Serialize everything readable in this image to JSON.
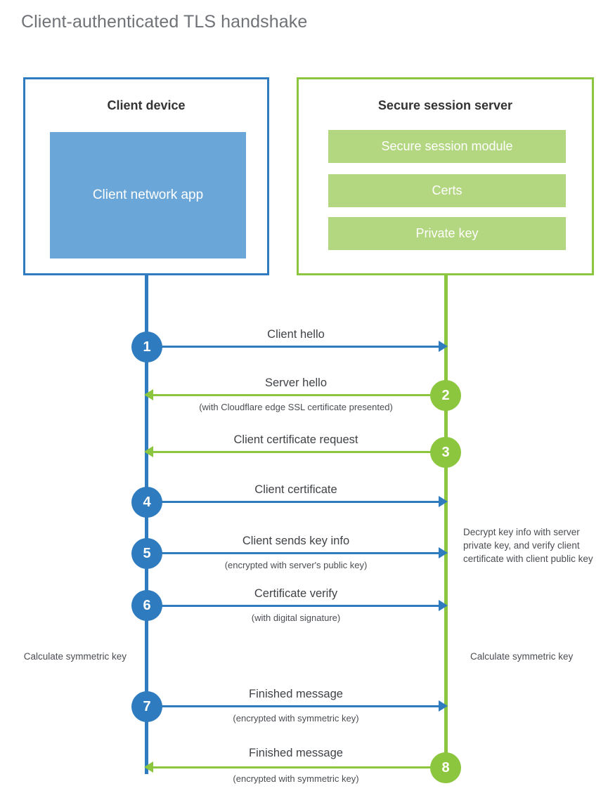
{
  "title": "Client-authenticated TLS handshake",
  "colors": {
    "blue": "#2e7cbf",
    "blue_fill": "#6aa6d8",
    "green": "#8cc63e",
    "green_fill": "#b3d680",
    "title_text": "#6f7277",
    "body_text": "#3f4246",
    "background": "#ffffff"
  },
  "actors": {
    "client": {
      "title": "Client device",
      "blocks": [
        {
          "label": "Client network app"
        }
      ]
    },
    "server": {
      "title": "Secure session server",
      "blocks": [
        {
          "label": "Secure session module"
        },
        {
          "label": "Certs"
        },
        {
          "label": "Private key"
        }
      ]
    }
  },
  "steps": [
    {
      "number": "1",
      "label": "Client hello",
      "sub": "",
      "direction": "client-to-server",
      "color": "blue"
    },
    {
      "number": "2",
      "label": "Server hello",
      "sub": "(with Cloudflare edge SSL certificate presented)",
      "direction": "server-to-client",
      "color": "green"
    },
    {
      "number": "3",
      "label": "Client certificate request",
      "sub": "",
      "direction": "server-to-client",
      "color": "green"
    },
    {
      "number": "4",
      "label": "Client certificate",
      "sub": "",
      "direction": "client-to-server",
      "color": "blue"
    },
    {
      "number": "5",
      "label": "Client sends key info",
      "sub": "(encrypted with server's public key)",
      "direction": "client-to-server",
      "color": "blue"
    },
    {
      "number": "6",
      "label": "Certificate verify",
      "sub": "(with digital signature)",
      "direction": "client-to-server",
      "color": "blue"
    },
    {
      "number": "7",
      "label": "Finished message",
      "sub": "(encrypted with symmetric key)",
      "direction": "client-to-server",
      "color": "blue"
    },
    {
      "number": "8",
      "label": "Finished message",
      "sub": "(encrypted with symmetric key)",
      "direction": "server-to-client",
      "color": "green"
    }
  ],
  "notes": {
    "server_decrypt": "Decrypt key info with server private key, and verify client certificate with client public key",
    "client_calculate": "Calculate symmetric key",
    "server_calculate": "Calculate symmetric key"
  },
  "chart_data": {
    "type": "sequence-diagram",
    "title": "Client-authenticated TLS handshake",
    "participants": [
      "Client device",
      "Secure session server"
    ],
    "messages": [
      {
        "step": 1,
        "from": "Client device",
        "to": "Secure session server",
        "label": "Client hello",
        "note": ""
      },
      {
        "step": 2,
        "from": "Secure session server",
        "to": "Client device",
        "label": "Server hello",
        "note": "(with Cloudflare edge SSL certificate presented)"
      },
      {
        "step": 3,
        "from": "Secure session server",
        "to": "Client device",
        "label": "Client certificate request",
        "note": ""
      },
      {
        "step": 4,
        "from": "Client device",
        "to": "Secure session server",
        "label": "Client certificate",
        "note": ""
      },
      {
        "step": 5,
        "from": "Client device",
        "to": "Secure session server",
        "label": "Client sends key info",
        "note": "(encrypted with server's public key)"
      },
      {
        "step": 6,
        "from": "Client device",
        "to": "Secure session server",
        "label": "Certificate verify",
        "note": "(with digital signature)"
      },
      {
        "step": 7,
        "from": "Client device",
        "to": "Secure session server",
        "label": "Finished message",
        "note": "(encrypted with symmetric key)"
      },
      {
        "step": 8,
        "from": "Secure session server",
        "to": "Client device",
        "label": "Finished message",
        "note": "(encrypted with symmetric key)"
      }
    ],
    "side_notes": [
      {
        "side": "right",
        "after_step": 5,
        "text": "Decrypt key info with server private key, and verify client certificate with client public key"
      },
      {
        "side": "left",
        "after_step": 6,
        "text": "Calculate symmetric key"
      },
      {
        "side": "right",
        "after_step": 6,
        "text": "Calculate symmetric key"
      }
    ]
  }
}
